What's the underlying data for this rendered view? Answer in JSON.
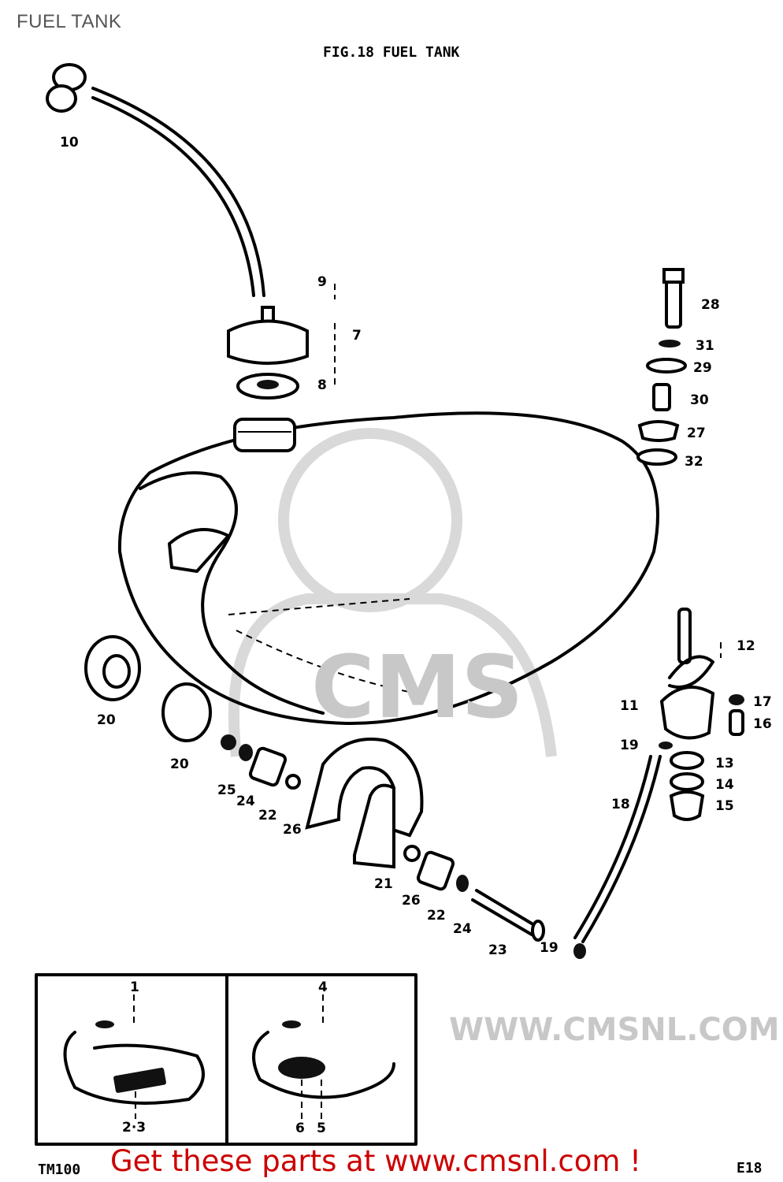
{
  "header": {
    "title": "FUEL TANK"
  },
  "figure": {
    "title": "FIG.18  FUEL TANK",
    "model_code": "TM100",
    "page_code": "E18",
    "watermark": {
      "logo_text": "CMS",
      "url_text": "WWW.CMSNL.COM"
    },
    "callouts": [
      "10",
      "9",
      "7",
      "8",
      "28",
      "31",
      "29",
      "30",
      "27",
      "32",
      "12",
      "17",
      "16",
      "11",
      "19",
      "13",
      "14",
      "15",
      "18",
      "20",
      "20",
      "25",
      "24",
      "22",
      "26",
      "21",
      "26",
      "22",
      "24",
      "23",
      "19",
      "1",
      "2·3",
      "4",
      "6",
      "5"
    ]
  },
  "footer": {
    "link_text": "Get these parts at www.cmsnl.com !",
    "link_color": "#cc0000"
  }
}
